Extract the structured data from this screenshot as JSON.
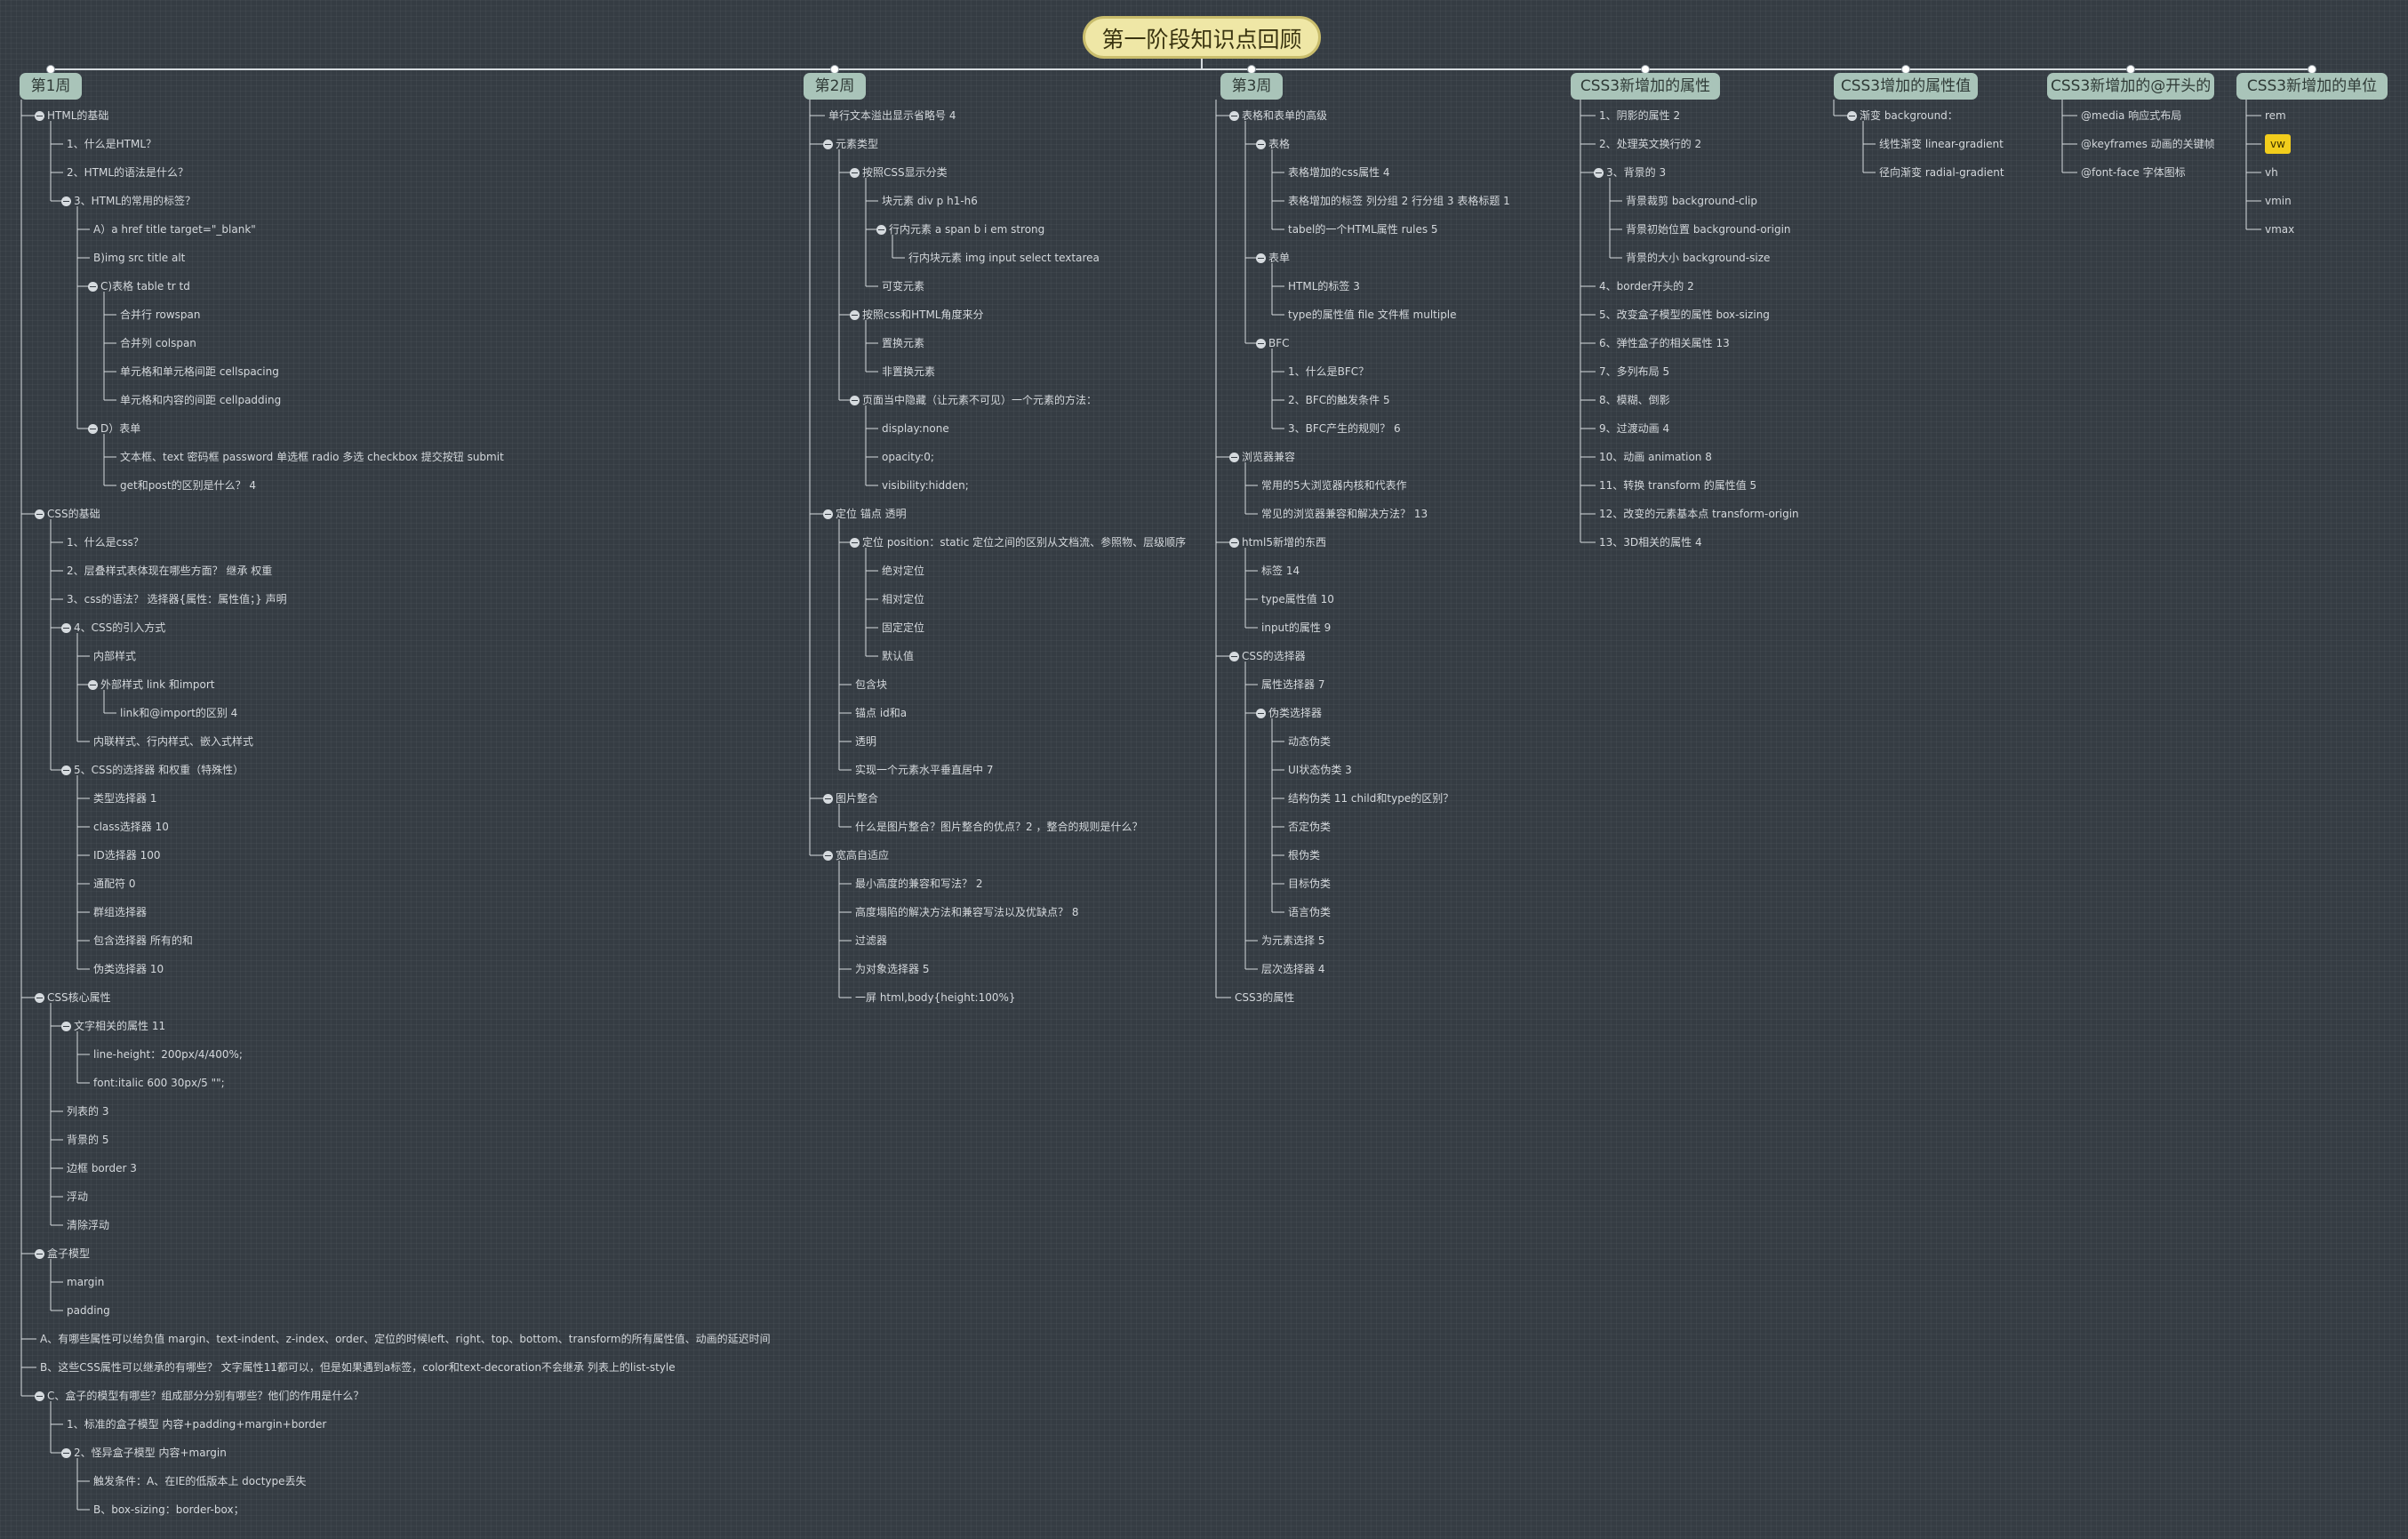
{
  "title": "第一阶段知识点回顾",
  "branches": [
    {
      "label": "第1周",
      "children": [
        {
          "label": "HTML的基础",
          "children": [
            {
              "label": "1、什么是HTML？"
            },
            {
              "label": "2、HTML的语法是什么？"
            },
            {
              "label": "3、HTML的常用的标签？",
              "children": [
                {
                  "label": "A）a href title target=\"_blank\""
                },
                {
                  "label": "B)img src title alt"
                },
                {
                  "label": "C)表格 table tr td",
                  "children": [
                    {
                      "label": "合并行 rowspan"
                    },
                    {
                      "label": "合并列 colspan"
                    },
                    {
                      "label": "单元格和单元格间距 cellspacing"
                    },
                    {
                      "label": "单元格和内容的间距 cellpadding"
                    }
                  ]
                },
                {
                  "label": "D）表单",
                  "children": [
                    {
                      "label": "文本框、text 密码框 password 单选框 radio 多选 checkbox 提交按钮 submit"
                    },
                    {
                      "label": "get和post的区别是什么？ 4"
                    }
                  ]
                }
              ]
            }
          ]
        },
        {
          "label": "CSS的基础",
          "children": [
            {
              "label": "1、什么是css？"
            },
            {
              "label": "2、层叠样式表体现在哪些方面？ 继承 权重"
            },
            {
              "label": "3、css的语法？ 选择器{属性：属性值；} 声明"
            },
            {
              "label": "4、CSS的引入方式",
              "children": [
                {
                  "label": "内部样式"
                },
                {
                  "label": "外部样式 link 和import",
                  "children": [
                    {
                      "label": "link和@import的区别 4"
                    }
                  ]
                },
                {
                  "label": "内联样式、行内样式、嵌入式样式"
                }
              ]
            },
            {
              "label": "5、CSS的选择器 和权重（特殊性）",
              "children": [
                {
                  "label": "类型选择器 1"
                },
                {
                  "label": "class选择器 10"
                },
                {
                  "label": "ID选择器 100"
                },
                {
                  "label": "通配符 0"
                },
                {
                  "label": "群组选择器"
                },
                {
                  "label": "包含选择器 所有的和"
                },
                {
                  "label": "伪类选择器 10"
                }
              ]
            }
          ]
        },
        {
          "label": "CSS核心属性",
          "children": [
            {
              "label": "文字相关的属性 11",
              "children": [
                {
                  "label": "line-height：200px/4/400%;"
                },
                {
                  "label": "font:italic 600 30px/5 \"\";"
                }
              ]
            },
            {
              "label": "列表的 3"
            },
            {
              "label": "背景的 5"
            },
            {
              "label": "边框 border 3"
            },
            {
              "label": "浮动"
            },
            {
              "label": "清除浮动"
            }
          ]
        },
        {
          "label": "盒子模型",
          "children": [
            {
              "label": "margin"
            },
            {
              "label": "padding"
            }
          ]
        },
        {
          "label": "A、有哪些属性可以给负值 margin、text-indent、z-index、order、定位的时候left、right、top、bottom、transform的所有属性值、动画的延迟时间"
        },
        {
          "label": "B、这些CSS属性可以继承的有哪些？ 文字属性11都可以，但是如果遇到a标签，color和text-decoration不会继承 列表上的list-style"
        },
        {
          "label": "C、盒子的模型有哪些？组成部分分别有哪些？他们的作用是什么？",
          "children": [
            {
              "label": "1、标准的盒子模型 内容+padding+margin+border"
            },
            {
              "label": "2、怪异盒子模型 内容+margin",
              "children": [
                {
                  "label": "触发条件：A、在IE的低版本上 doctype丢失"
                },
                {
                  "label": "B、box-sizing：border-box；"
                }
              ]
            }
          ]
        }
      ]
    },
    {
      "label": "第2周",
      "children": [
        {
          "label": "单行文本溢出显示省略号 4"
        },
        {
          "label": "元素类型",
          "children": [
            {
              "label": "按照CSS显示分类",
              "children": [
                {
                  "label": "块元素 div p h1-h6"
                },
                {
                  "label": "行内元素 a span b i em strong",
                  "children": [
                    {
                      "label": "行内块元素 img input select textarea"
                    }
                  ]
                },
                {
                  "label": "可变元素"
                }
              ]
            },
            {
              "label": "按照css和HTML角度来分",
              "children": [
                {
                  "label": "置换元素"
                },
                {
                  "label": "非置换元素"
                }
              ]
            },
            {
              "label": "页面当中隐藏（让元素不可见）一个元素的方法：",
              "children": [
                {
                  "label": "display:none"
                },
                {
                  "label": "opacity:0;"
                },
                {
                  "label": "visibility:hidden;"
                }
              ]
            }
          ]
        },
        {
          "label": "定位 锚点 透明",
          "children": [
            {
              "label": "定位 position：static 定位之间的区别从文档流、参照物、层级顺序",
              "children": [
                {
                  "label": "绝对定位"
                },
                {
                  "label": "相对定位"
                },
                {
                  "label": "固定定位"
                },
                {
                  "label": "默认值"
                }
              ]
            },
            {
              "label": "包含块"
            },
            {
              "label": "锚点 id和a"
            },
            {
              "label": "透明"
            },
            {
              "label": "实现一个元素水平垂直居中 7"
            }
          ]
        },
        {
          "label": "图片整合",
          "children": [
            {
              "label": "什么是图片整合？图片整合的优点？2 ，整合的规则是什么？"
            }
          ]
        },
        {
          "label": "宽高自适应",
          "children": [
            {
              "label": "最小高度的兼容和写法？ 2"
            },
            {
              "label": "高度塌陷的解决方法和兼容写法以及优缺点？ 8"
            },
            {
              "label": "过滤器"
            },
            {
              "label": "为对象选择器 5"
            },
            {
              "label": "一屏 html,body{height:100%}"
            }
          ]
        }
      ]
    },
    {
      "label": "第3周",
      "children": [
        {
          "label": "表格和表单的高级",
          "children": [
            {
              "label": "表格",
              "children": [
                {
                  "label": "表格增加的css属性 4"
                },
                {
                  "label": "表格增加的标签 列分组 2 行分组 3 表格标题 1"
                },
                {
                  "label": "tabel的一个HTML属性 rules 5"
                }
              ]
            },
            {
              "label": "表单",
              "children": [
                {
                  "label": "HTML的标签 3"
                },
                {
                  "label": "type的属性值 file 文件框 multiple"
                }
              ]
            },
            {
              "label": "BFC",
              "children": [
                {
                  "label": "1、什么是BFC？"
                },
                {
                  "label": "2、BFC的触发条件 5"
                },
                {
                  "label": "3、BFC产生的规则？ 6"
                }
              ]
            }
          ]
        },
        {
          "label": "浏览器兼容",
          "children": [
            {
              "label": "常用的5大浏览器内核和代表作"
            },
            {
              "label": "常见的浏览器兼容和解决方法？ 13"
            }
          ]
        },
        {
          "label": "html5新增的东西",
          "children": [
            {
              "label": "标签 14"
            },
            {
              "label": "type属性值 10"
            },
            {
              "label": "input的属性 9"
            }
          ]
        },
        {
          "label": "CSS的选择器",
          "children": [
            {
              "label": "属性选择器 7"
            },
            {
              "label": "伪类选择器",
              "children": [
                {
                  "label": "动态伪类"
                },
                {
                  "label": "UI状态伪类 3"
                },
                {
                  "label": "结构伪类 11 child和type的区别？"
                },
                {
                  "label": "否定伪类"
                },
                {
                  "label": "根伪类"
                },
                {
                  "label": "目标伪类"
                },
                {
                  "label": "语言伪类"
                }
              ]
            },
            {
              "label": "为元素选择 5"
            },
            {
              "label": "层次选择器 4"
            }
          ]
        },
        {
          "label": "CSS3的属性"
        }
      ]
    },
    {
      "label": "CSS3新增加的属性",
      "children": [
        {
          "label": "1、阴影的属性 2"
        },
        {
          "label": "2、处理英文换行的 2"
        },
        {
          "label": "3、背景的 3",
          "children": [
            {
              "label": "背景裁剪 background-clip"
            },
            {
              "label": "背景初始位置 background-origin"
            },
            {
              "label": "背景的大小 background-size"
            }
          ]
        },
        {
          "label": "4、border开头的 2"
        },
        {
          "label": "5、改变盒子模型的属性 box-sizing"
        },
        {
          "label": "6、弹性盒子的相关属性 13"
        },
        {
          "label": "7、多列布局 5"
        },
        {
          "label": "8、模糊、倒影"
        },
        {
          "label": "9、过渡动画 4"
        },
        {
          "label": "10、动画 animation 8"
        },
        {
          "label": "11、转换 transform 的属性值 5"
        },
        {
          "label": "12、改变的元素基本点 transform-origin"
        },
        {
          "label": "13、3D相关的属性 4"
        }
      ]
    },
    {
      "label": "CSS3增加的属性值",
      "children": [
        {
          "label": "渐变 background：",
          "children": [
            {
              "label": "线性渐变 linear-gradient"
            },
            {
              "label": "径向渐变 radial-gradient"
            }
          ]
        }
      ]
    },
    {
      "label": "CSS3新增加的@开头的",
      "children": [
        {
          "label": "@media 响应式布局"
        },
        {
          "label": "@keyframes 动画的关键帧"
        },
        {
          "label": "@font-face 字体图标"
        }
      ]
    },
    {
      "label": "CSS3新增加的单位",
      "children": [
        {
          "label": "rem"
        },
        {
          "label": "vw",
          "highlight": true
        },
        {
          "label": "vh"
        },
        {
          "label": "vmin"
        },
        {
          "label": "vmax"
        }
      ]
    }
  ],
  "colors": {
    "background": "#353c43",
    "root_fill": "#efe7a6",
    "branch_fill": "#a9c4b9",
    "line": "#d6dbdf",
    "highlight": "#f2cd1c"
  }
}
